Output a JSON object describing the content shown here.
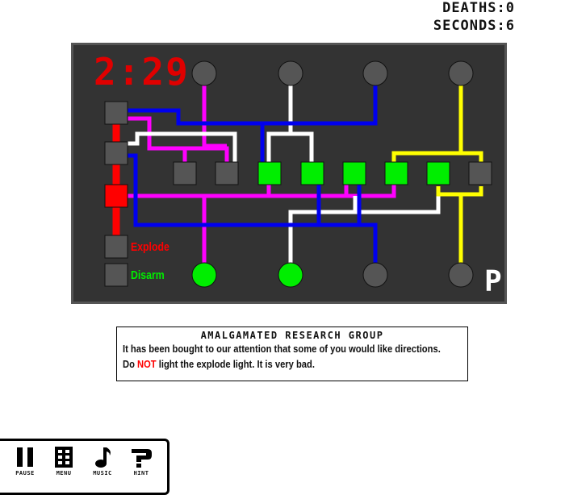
{
  "hud": {
    "deaths_label": "DEATHS",
    "deaths_value": "0",
    "seconds_label": "SECONDS",
    "seconds_value": "6"
  },
  "timer": {
    "display": "2:29",
    "colors": {
      "lit": "#e00000",
      "ghost": "#5a1010"
    }
  },
  "board": {
    "background": "#333333",
    "border": "#555555",
    "wire_colors": {
      "magenta": "#ff00ff",
      "white": "#ffffff",
      "blue": "#0000ee",
      "yellow": "#ffff00",
      "red": "#ff0000"
    },
    "light_colors": {
      "off": "#555555",
      "on": "#00ee00",
      "explode": "#ff0000"
    },
    "left_switch_states": [
      "off",
      "off",
      "armed",
      "off",
      "off"
    ],
    "gate_states": [
      "off",
      "off",
      "on",
      "on",
      "on",
      "on",
      "on",
      "off"
    ],
    "top_lights": [
      "off",
      "off",
      "off",
      "off"
    ],
    "bottom_lights": [
      "on",
      "on",
      "off",
      "off"
    ]
  },
  "labels": {
    "explode": "Explode",
    "disarm": "Disarm",
    "p_flag": "P"
  },
  "notice": {
    "title": "AMALGAMATED RESEARCH GROUP",
    "line1": "It has been bought to our attention that some of you would like directions.",
    "line2_prefix": "Do",
    "line2_warn": "NOT",
    "line2_suffix": "light the explode light. It is very bad."
  },
  "toolbar": {
    "pause_label": "PAUSE",
    "menu_label": "MENU",
    "music_label": "MUSIC",
    "hint_label": "HINT"
  }
}
